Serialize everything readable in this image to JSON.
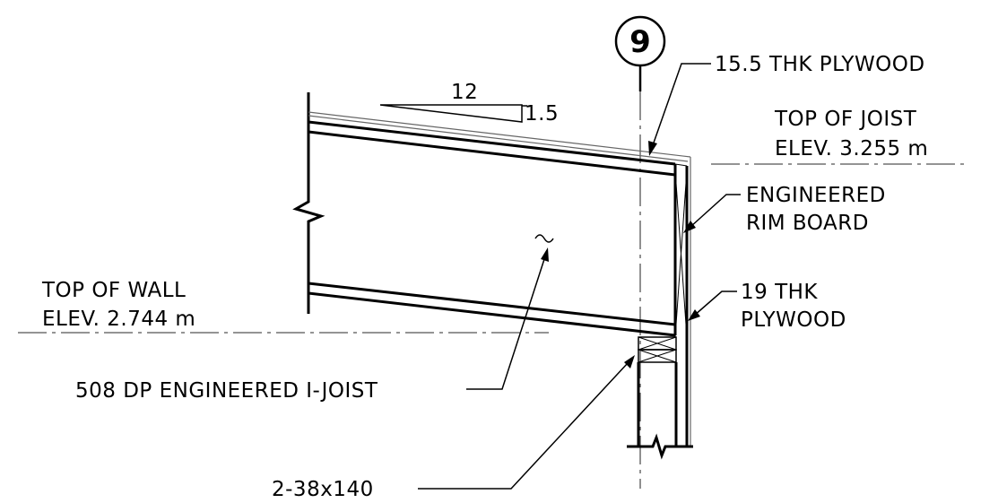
{
  "grid_bubble": {
    "label": "9"
  },
  "slope": {
    "run": "12",
    "rise": "1.5"
  },
  "labels": {
    "plywood_top": "15.5 THK PLYWOOD",
    "top_of_joist_line1": "TOP OF JOIST",
    "top_of_joist_line2": "ELEV. 3.255 m",
    "rim_line1": "ENGINEERED",
    "rim_line2": "RIM BOARD",
    "top_of_wall_line1": "TOP OF WALL",
    "top_of_wall_line2": "ELEV. 2.744 m",
    "plywood_side_line1": "19 THK",
    "plywood_side_line2": "PLYWOOD",
    "ijoist": "508 DP ENGINEERED I-JOIST",
    "plates": "2-38x140"
  }
}
